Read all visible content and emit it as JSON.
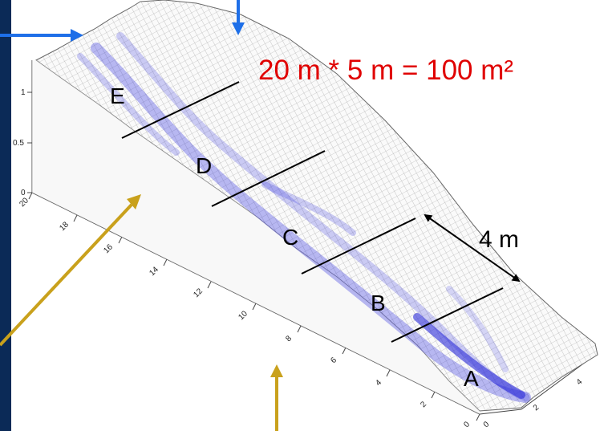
{
  "title_formula": "20 m * 5 m = 100 m²",
  "sections": [
    "A",
    "B",
    "C",
    "D",
    "E"
  ],
  "width_label": "4 m",
  "z_axis_ticks": [
    "0",
    "0.5",
    "1"
  ],
  "y_axis_ticks": [
    "20",
    "18",
    "16",
    "14",
    "12",
    "10",
    "8",
    "6",
    "4",
    "2",
    "0"
  ],
  "x_axis_ticks": [
    "0",
    "2",
    "4"
  ],
  "colors": {
    "background": "#0b2a57",
    "formula_text": "#e00000",
    "blue_arrow": "#1e6fe8",
    "gold_arrow": "#c9a11c",
    "flow_paths": "#3a3ae0"
  }
}
